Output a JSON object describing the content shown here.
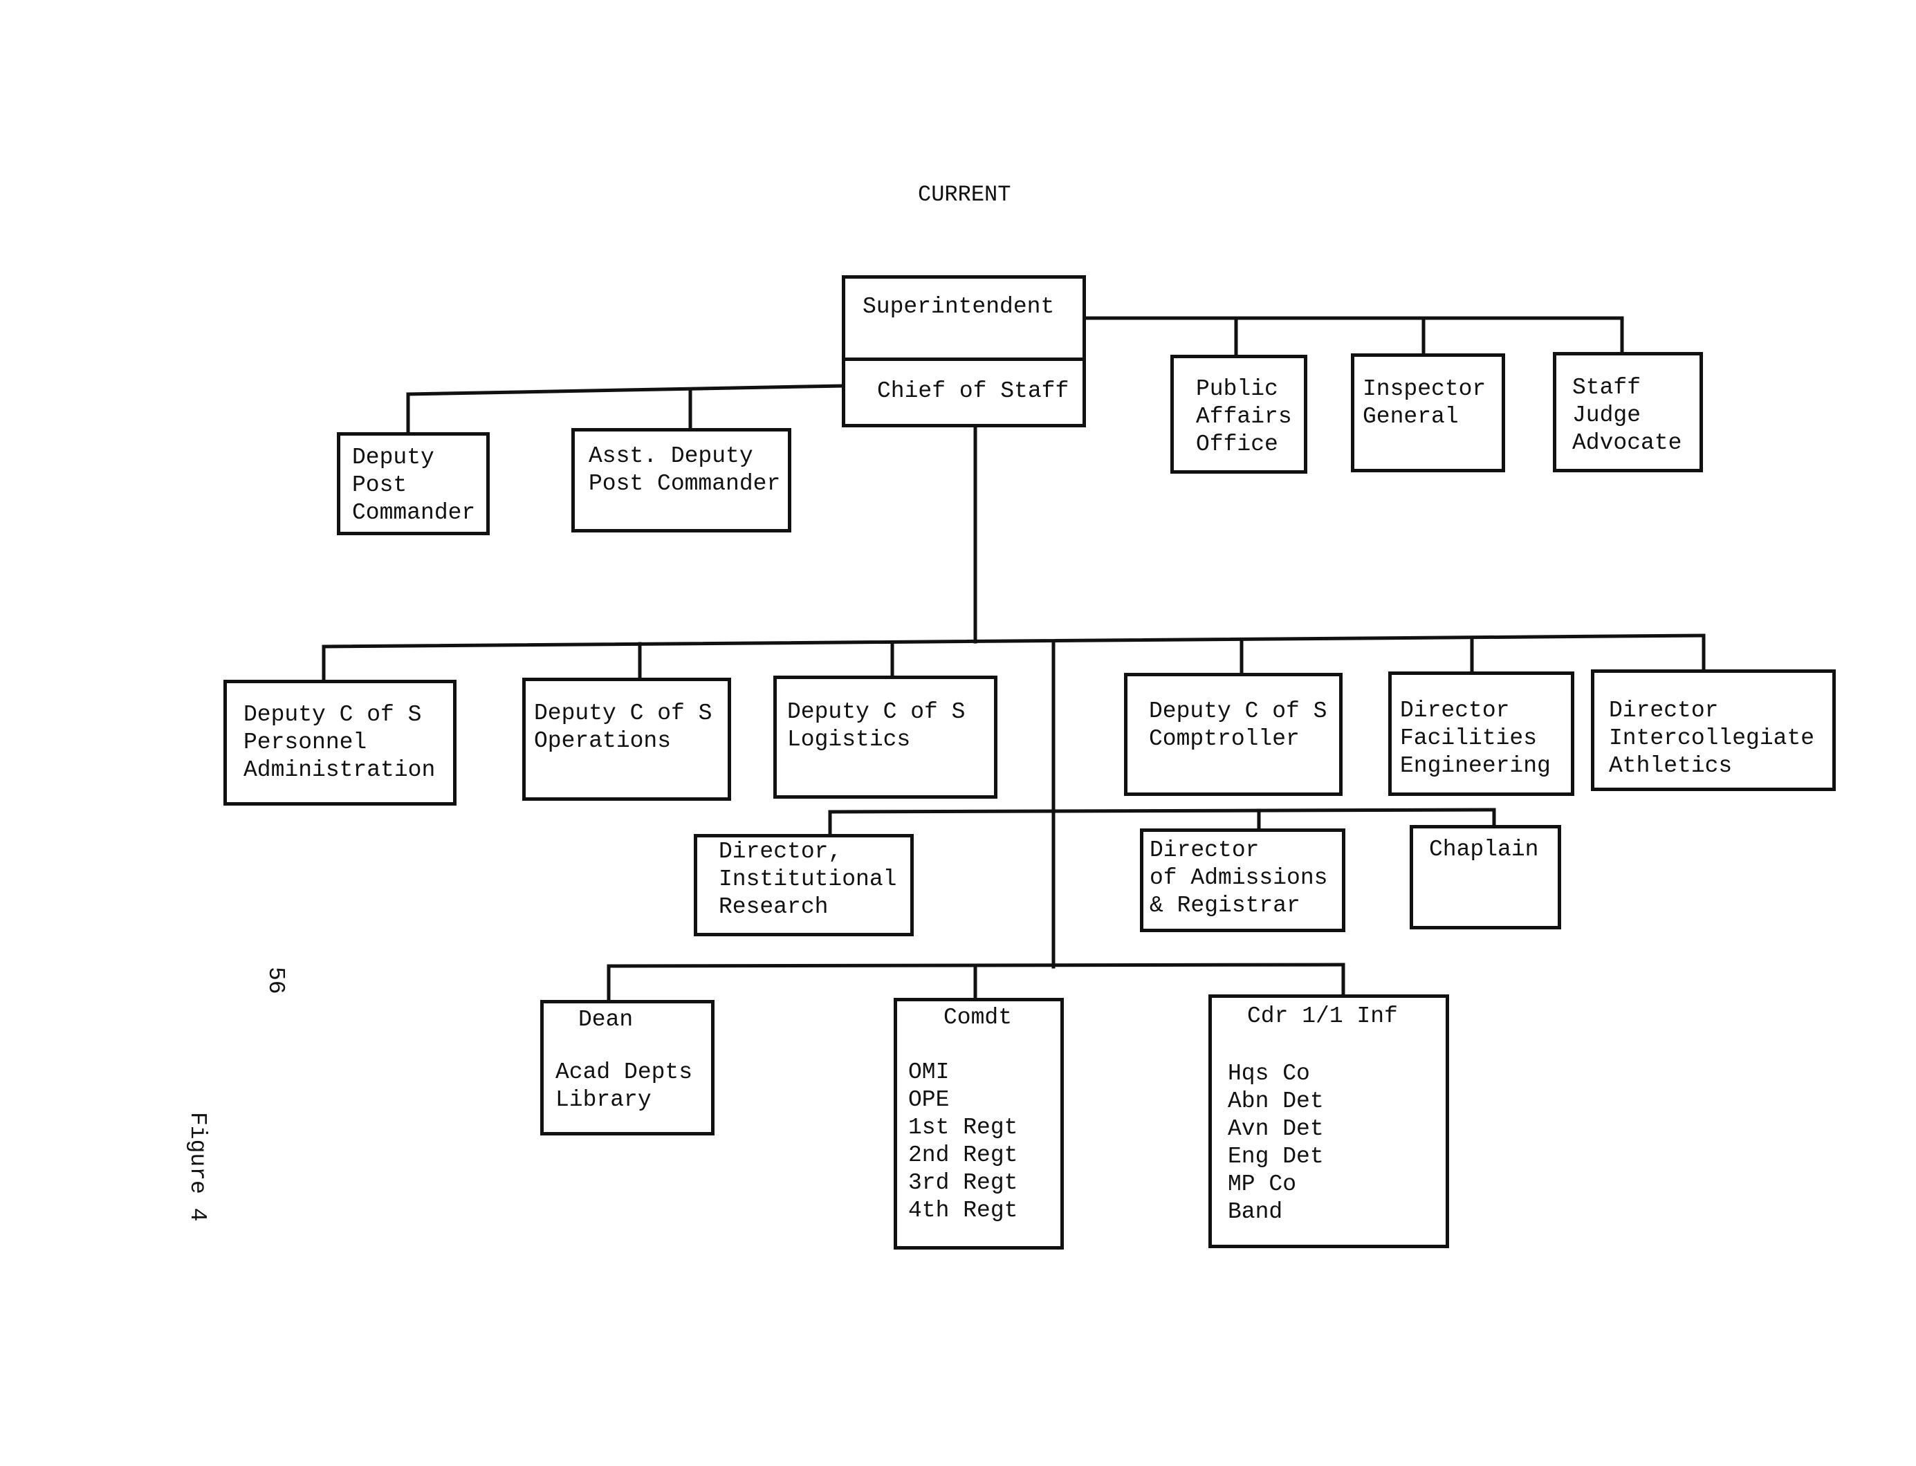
{
  "title": "CURRENT",
  "page_number": "56",
  "figure_label": "Figure 4",
  "boxes": {
    "superintendent": "Superintendent",
    "chief_of_staff": "Chief of Staff",
    "public_affairs": "Public\nAffairs\nOffice",
    "inspector_general": "Inspector\nGeneral",
    "staff_judge_advocate": "Staff\nJudge\nAdvocate",
    "deputy_post_commander": "Deputy\nPost\nCommander",
    "asst_deputy_post_commander": "Asst. Deputy\nPost Commander",
    "dcs_personnel": "Deputy C of S\nPersonnel\nAdministration",
    "dcs_operations": "Deputy C of S\nOperations",
    "dcs_logistics": "Deputy C of S\nLogistics",
    "dcs_comptroller": "Deputy C of S\nComptroller",
    "director_facilities": "Director\nFacilities\nEngineering",
    "director_athletics": "Director\nIntercollegiate\nAthletics",
    "director_institutional_research": "Director,\nInstitutional\nResearch",
    "director_admissions": "Director\nof Admissions\n& Registrar",
    "chaplain": "Chaplain",
    "dean_title": "Dean",
    "dean_units": "Acad Depts\nLibrary",
    "comdt_title": "Comdt",
    "comdt_units": "OMI\nOPE\n1st Regt\n2nd Regt\n3rd Regt\n4th Regt",
    "cdr_inf_title": "Cdr 1/1 Inf",
    "cdr_inf_units": "Hqs Co\nAbn Det\nAvn Det\nEng Det\nMP Co\nBand"
  }
}
